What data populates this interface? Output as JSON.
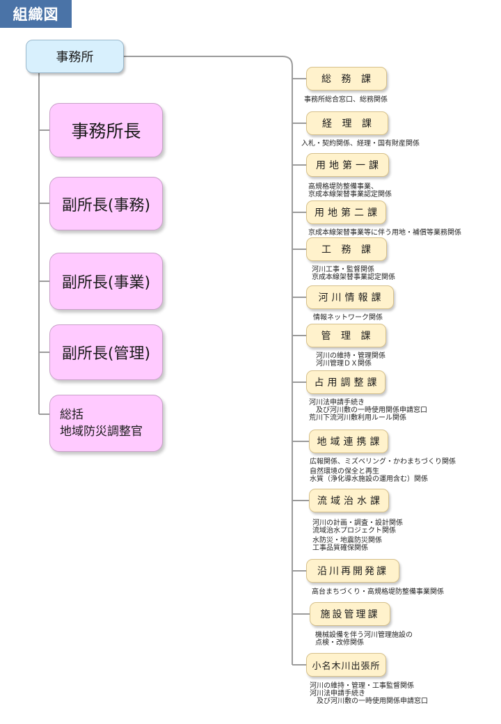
{
  "header": {
    "title": "組織図"
  },
  "root": {
    "label": "事務所"
  },
  "executives": [
    {
      "label": "事務所長"
    },
    {
      "label": "副所長(事務)"
    },
    {
      "label": "副所長(事業)"
    },
    {
      "label": "副所長(管理)"
    },
    {
      "lines": [
        "総括",
        "地域防災調整官"
      ]
    }
  ],
  "departments": [
    {
      "name": "総 務 課",
      "desc": [
        "事務所総合窓口、総務関係"
      ]
    },
    {
      "name": "経 理 課",
      "desc": [
        "入札・契約関係、経理・国有財産関係"
      ]
    },
    {
      "name": "用地第一課",
      "desc": [
        "高規格堤防整備事業、",
        "京成本線架替事業認定関係"
      ]
    },
    {
      "name": "用地第二課",
      "desc": [
        "京成本線架替事業等に伴う用地・補償等業務関係"
      ]
    },
    {
      "name": "工 務 課",
      "desc": [
        "河川工事・監督関係",
        "京成本線架替事業認定関係"
      ]
    },
    {
      "name": "河川情報課",
      "desc": [
        "情報ネットワーク関係"
      ]
    },
    {
      "name": "管 理 課",
      "desc": [
        "河川の維持・管理関係",
        "河川管理ＤＸ関係"
      ]
    },
    {
      "name": "占用調整課",
      "desc": [
        "河川法申請手続き",
        "　及び河川敷の一時使用関係申請窓口",
        "荒川下流河川敷利用ルール関係"
      ]
    },
    {
      "name": "地域連携課",
      "desc": [
        "広報関係、ミズベリング・かわまちづくり関係",
        "自然環境の保全と再生",
        "水質（浄化導水施設の運用含む）関係"
      ]
    },
    {
      "name": "流域治水課",
      "desc": [
        "河川の計画・調査・設計関係",
        "流域治水プロジェクト関係",
        "水防災・地震防災関係",
        "工事品質確保関係"
      ]
    },
    {
      "name": "沿川再開発課",
      "desc": [
        "高台まちづくり・高規格堤防整備事業関係"
      ]
    },
    {
      "name": "施設管理課",
      "desc": [
        "機械設備を伴う河川管理施設の",
        "点検・改修関係"
      ]
    },
    {
      "name": "小名木川出張所",
      "desc": [
        "河川の維持・管理・工事監督関係",
        "河川法申請手続き",
        "　及び河川敷の一時使用関係申請窓口"
      ]
    }
  ]
}
